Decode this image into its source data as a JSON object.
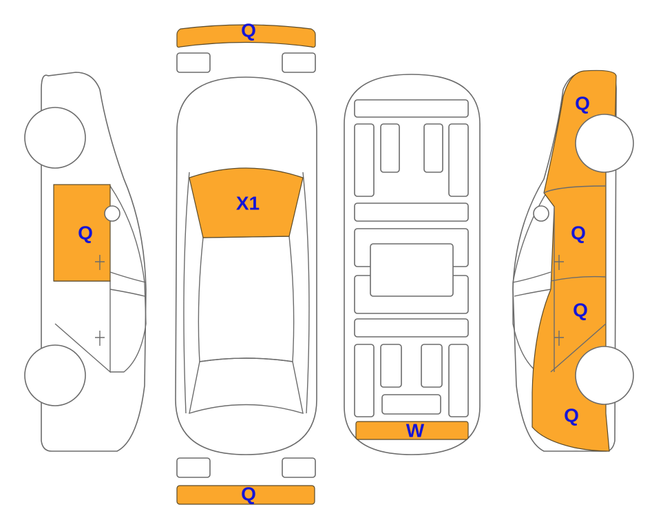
{
  "colors": {
    "damage_fill": "#FBA72C",
    "label_text": "#1515D6",
    "outline": "#6b6b6b"
  },
  "views": {
    "left_side": {
      "door_front": "Q"
    },
    "top": {
      "front_bumper": "Q",
      "windshield": "X1",
      "rear_bumper": "Q"
    },
    "underside": {
      "rear_panel": "W"
    },
    "right_side": {
      "front_fender": "Q",
      "front_door": "Q",
      "rear_door": "Q",
      "rear_quarter": "Q"
    }
  }
}
